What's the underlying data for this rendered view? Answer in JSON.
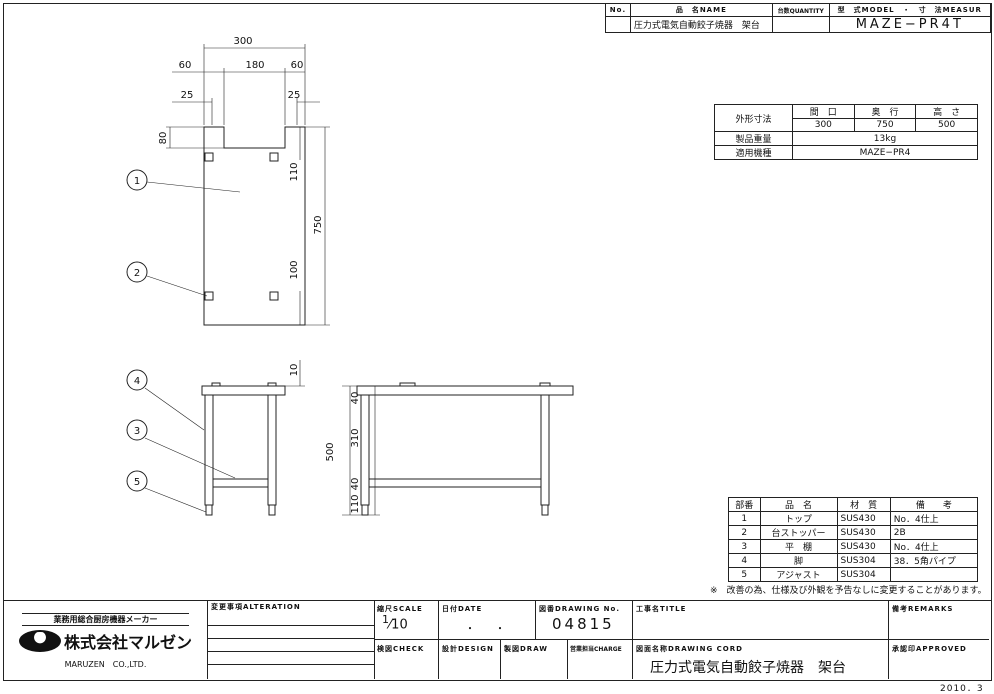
{
  "title_block_top": {
    "no_label": "No.",
    "name_label": "品　名NAME",
    "qty_label": "台数QUANTITY",
    "model_label": "型　式MODEL　・　寸　法MEASUR",
    "name_value": "圧力式電気自動餃子焼器　架台",
    "model_value": "MAZE−PR4T"
  },
  "spec_table": {
    "outer_label": "外形寸法",
    "headers": [
      "間　口",
      "奥　行",
      "高　さ"
    ],
    "dims": [
      "300",
      "750",
      "500"
    ],
    "weight_label": "製品重量",
    "weight": "13kg",
    "model_label": "適用機種",
    "model": "MAZE−PR4"
  },
  "parts_table": {
    "headers": [
      "部番",
      "品　名",
      "材　質",
      "備　　考"
    ],
    "rows": [
      [
        "1",
        "トップ",
        "SUS430",
        "No．4仕上"
      ],
      [
        "2",
        "台ストッパー",
        "SUS430",
        "2B"
      ],
      [
        "3",
        "平　棚",
        "SUS430",
        "No．4仕上"
      ],
      [
        "4",
        "脚",
        "SUS304",
        "38．5角パイプ"
      ],
      [
        "5",
        "アジャスト",
        "SUS304",
        ""
      ]
    ],
    "note": "※　改善の為、仕様及び外観を予告なしに変更することがあります。"
  },
  "drawing": {
    "top_dims": {
      "overall": "300",
      "left": "60",
      "middle": "180",
      "right": "60",
      "inset_left": "25",
      "inset_right": "25",
      "notch": "80",
      "front_gap": "110",
      "depth": "750",
      "rear_gap": "100"
    },
    "front_dims": {
      "top_thk": "10"
    },
    "side_dims": {
      "height": "500",
      "d1": "40",
      "d2": "310",
      "d3": "40",
      "d4": "110"
    },
    "balloons": [
      "1",
      "2",
      "4",
      "3",
      "5"
    ]
  },
  "company": {
    "tagline": "業務用総合厨房機器メーカー",
    "name": "株式会社マルゼン",
    "name_en": "MARUZEN　CO.,LTD."
  },
  "footer": {
    "alteration_label": "変更事項ALTERATION",
    "scale_label": "縮尺SCALE",
    "scale_num": "1",
    "scale_den": "10",
    "date_label": "日付DATE",
    "date_value": "・　　・",
    "drawing_no_label": "図番DRAWING No.",
    "drawing_no": "04815",
    "title_label": "工事名TITLE",
    "remarks_label": "備考REMARKS",
    "check_label": "検図CHECK",
    "design_label": "設計DESIGN",
    "draw_label": "製図DRAW",
    "charge_label": "営業担当CHARGE",
    "cord_label": "図面名称DRAWING CORD",
    "cord_value": "圧力式電気自動餃子焼器　架台",
    "approved_label": "承認印APPROVED",
    "date_stamp": "2010．3"
  }
}
